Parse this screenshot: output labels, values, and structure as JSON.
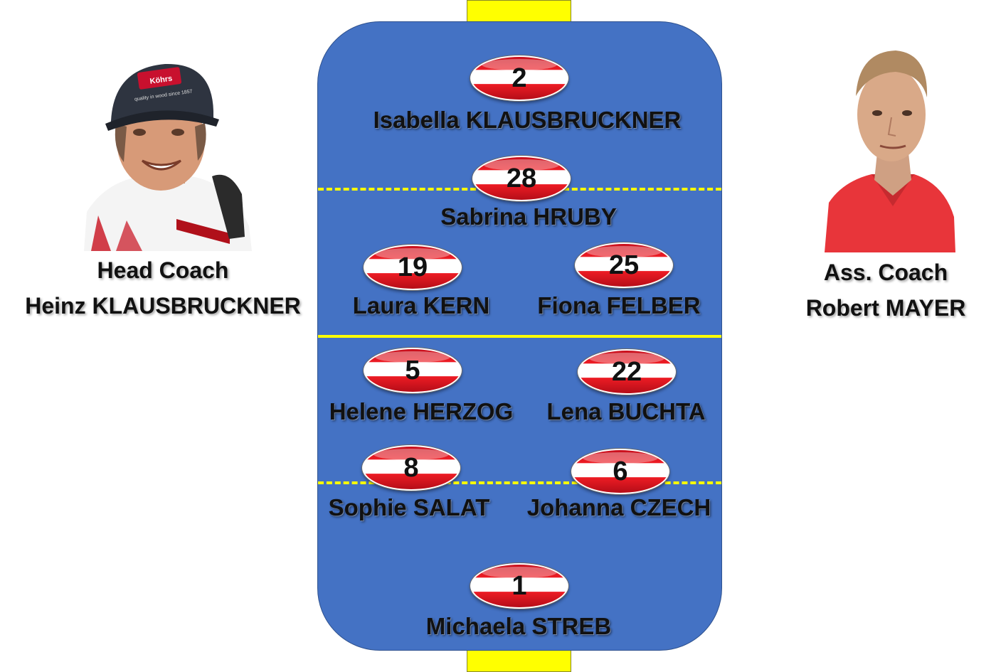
{
  "head_coach": {
    "role": "Head Coach",
    "name": "Heinz KLAUSBRUCKNER"
  },
  "assistant_coach": {
    "role": "Ass. Coach",
    "name": "Robert MAYER"
  },
  "players": [
    {
      "number": "2",
      "name": "Isabella KLAUSBRUCKNER"
    },
    {
      "number": "28",
      "name": "Sabrina HRUBY"
    },
    {
      "number": "19",
      "name": "Laura KERN"
    },
    {
      "number": "25",
      "name": "Fiona FELBER"
    },
    {
      "number": "5",
      "name": "Helene HERZOG"
    },
    {
      "number": "22",
      "name": "Lena BUCHTA"
    },
    {
      "number": "8",
      "name": "Sophie SALAT"
    },
    {
      "number": "6",
      "name": "Johanna CZECH"
    },
    {
      "number": "1",
      "name": "Michaela STREB"
    }
  ],
  "colors": {
    "field": "#4472c4",
    "lines": "#ffff00",
    "flag_red": "#ed1c24",
    "flag_white": "#ffffff"
  },
  "photos": [
    {
      "cap_text": "Köhrs",
      "cap_subtext": "quality in wood since 1857"
    }
  ]
}
